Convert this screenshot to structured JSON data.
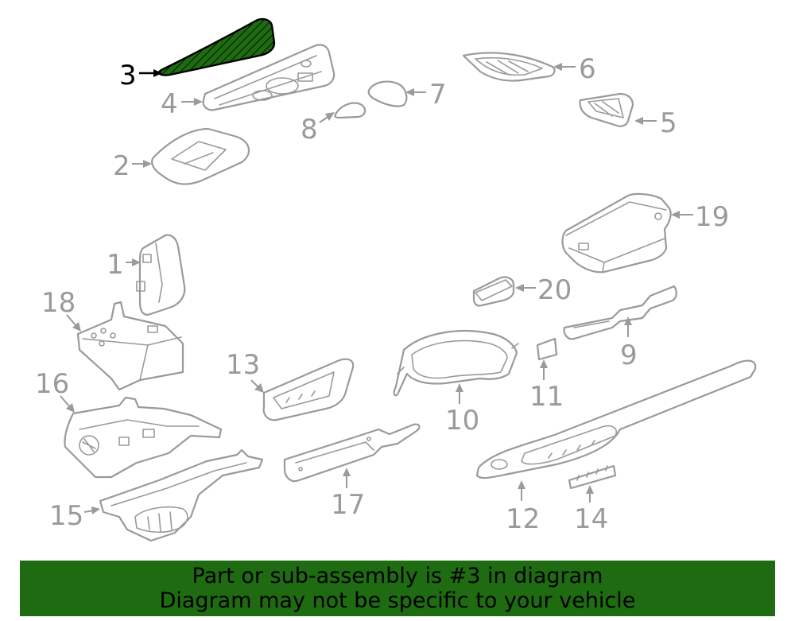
{
  "highlight_color": "#1e6b12",
  "banner": {
    "line1": "Part or sub-assembly is #3 in diagram",
    "line2": "Diagram may not be specific to your vehicle"
  },
  "callouts": {
    "c1": "1",
    "c2": "2",
    "c3": "3",
    "c4": "4",
    "c5": "5",
    "c6": "6",
    "c7": "7",
    "c8": "8",
    "c9": "9",
    "c10": "10",
    "c11": "11",
    "c12": "12",
    "c13": "13",
    "c14": "14",
    "c15": "15",
    "c16": "16",
    "c17": "17",
    "c18": "18",
    "c19": "19",
    "c20": "20"
  }
}
